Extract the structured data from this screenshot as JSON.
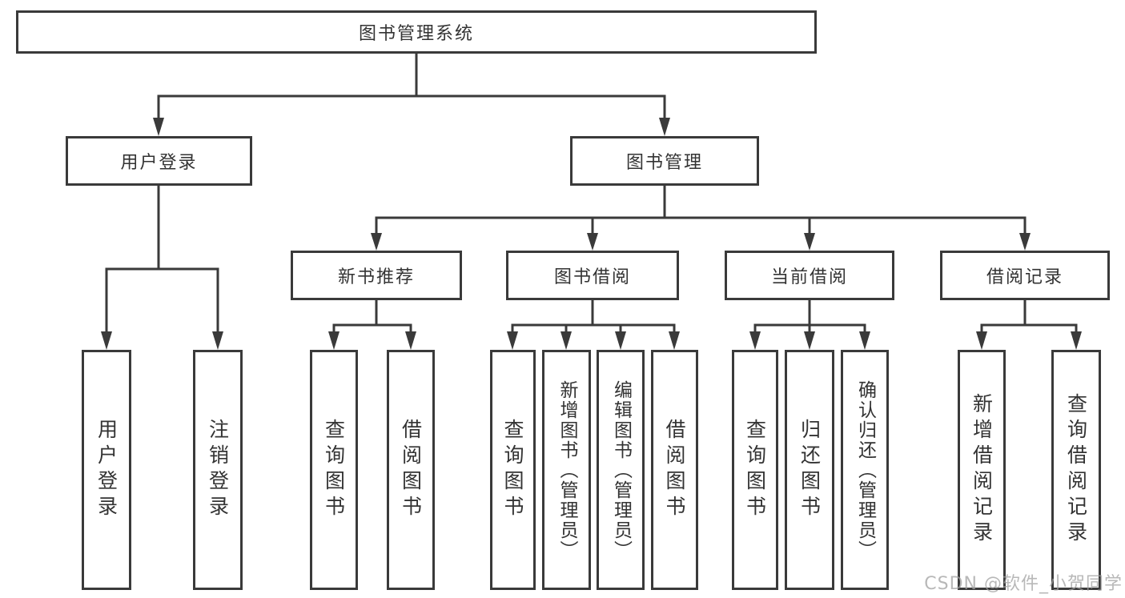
{
  "tree": {
    "label": "图书管理系统",
    "children": [
      {
        "label": "用户登录",
        "children": [
          {
            "label": "用户登录"
          },
          {
            "label": "注销登录"
          }
        ]
      },
      {
        "label": "图书管理",
        "children": [
          {
            "label": "新书推荐",
            "children": [
              {
                "label": "查询图书"
              },
              {
                "label": "借阅图书"
              }
            ]
          },
          {
            "label": "图书借阅",
            "children": [
              {
                "label": "查询图书"
              },
              {
                "label": "新增图书（管理员）"
              },
              {
                "label": "编辑图书（管理员）"
              },
              {
                "label": "借阅图书"
              }
            ]
          },
          {
            "label": "当前借阅",
            "children": [
              {
                "label": "查询图书"
              },
              {
                "label": "归还图书"
              },
              {
                "label": "确认归还（管理员）"
              }
            ]
          },
          {
            "label": "借阅记录",
            "children": [
              {
                "label": "新增借阅记录"
              },
              {
                "label": "查询借阅记录"
              }
            ]
          }
        ]
      }
    ]
  },
  "watermark": {
    "text": "CSDN @软件_小贺同学"
  },
  "colors": {
    "line": "#3a3a3a",
    "box_border": "#3a3a3a",
    "text": "#333333",
    "watermark": "#a0a0a0",
    "background": "#ffffff"
  }
}
